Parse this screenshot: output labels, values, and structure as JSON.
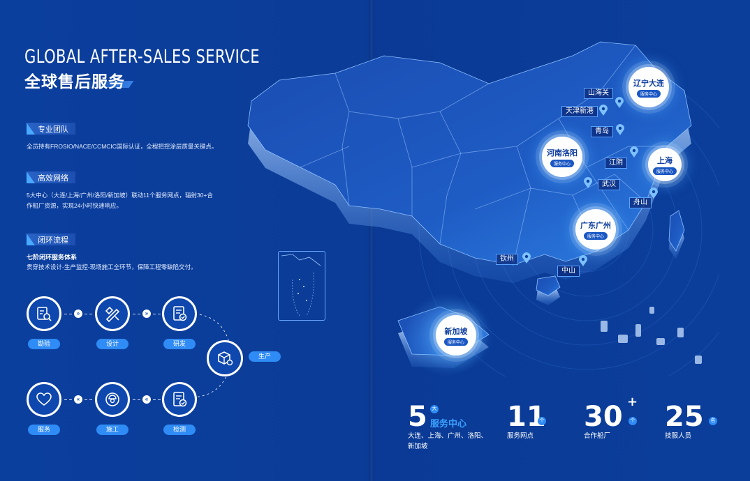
{
  "header": {
    "title_en": "GLOBAL AFTER-SALES SERVICE",
    "title_zh": "全球售后服务"
  },
  "sections": [
    {
      "tag": "专业团队",
      "text": "全员持有FROSIO/NACE/CCMCIC国际认证，全程把控涂层质量关键点。"
    },
    {
      "tag": "高效网络",
      "text_line1": "5大中心（大连/上海/广州/洛阳/新加坡）联动11个服务网点，辐射30+合",
      "text_line2": "作船厂资源，实现24小时快速响应。"
    },
    {
      "tag": "闭环流程",
      "subtitle": "七阶闭环服务体系",
      "text": "贯穿技术设计-生产监控-现场施工全环节，保障工程零缺陷交付。"
    }
  ],
  "process": {
    "steps": [
      "勘验",
      "设计",
      "研发",
      "生产",
      "检测",
      "施工",
      "服务"
    ],
    "icons": [
      "inspection-icon",
      "design-icon",
      "research-icon",
      "production-icon",
      "testing-icon",
      "construction-icon",
      "service-icon"
    ]
  },
  "map": {
    "hubs": [
      {
        "name": "辽宁大连",
        "badge": "服务中心"
      },
      {
        "name": "河南洛阳",
        "badge": "服务中心"
      },
      {
        "name": "上海",
        "badge": "服务中心"
      },
      {
        "name": "广东广州",
        "badge": "服务中心"
      },
      {
        "name": "新加坡",
        "badge": "服务中心"
      }
    ],
    "points": [
      "山海关",
      "天津新港",
      "青岛",
      "江阴",
      "武汉",
      "舟山",
      "钦州",
      "中山"
    ]
  },
  "stats": [
    {
      "value": "5",
      "badge": "大",
      "accent": "服务中心",
      "label_line1": "大连、上海、广州、洛阳、",
      "label_line2": "新加坡"
    },
    {
      "value": "11",
      "badge": "个",
      "label": "服务网点"
    },
    {
      "value": "30",
      "plus": "+",
      "badge": "个",
      "label": "合作船厂"
    },
    {
      "value": "25",
      "badge": "名",
      "label": "技服人员"
    }
  ],
  "colors": {
    "background": "#0b3e9b",
    "accent": "#2f8bf5",
    "light_accent": "#3aa2ff"
  }
}
